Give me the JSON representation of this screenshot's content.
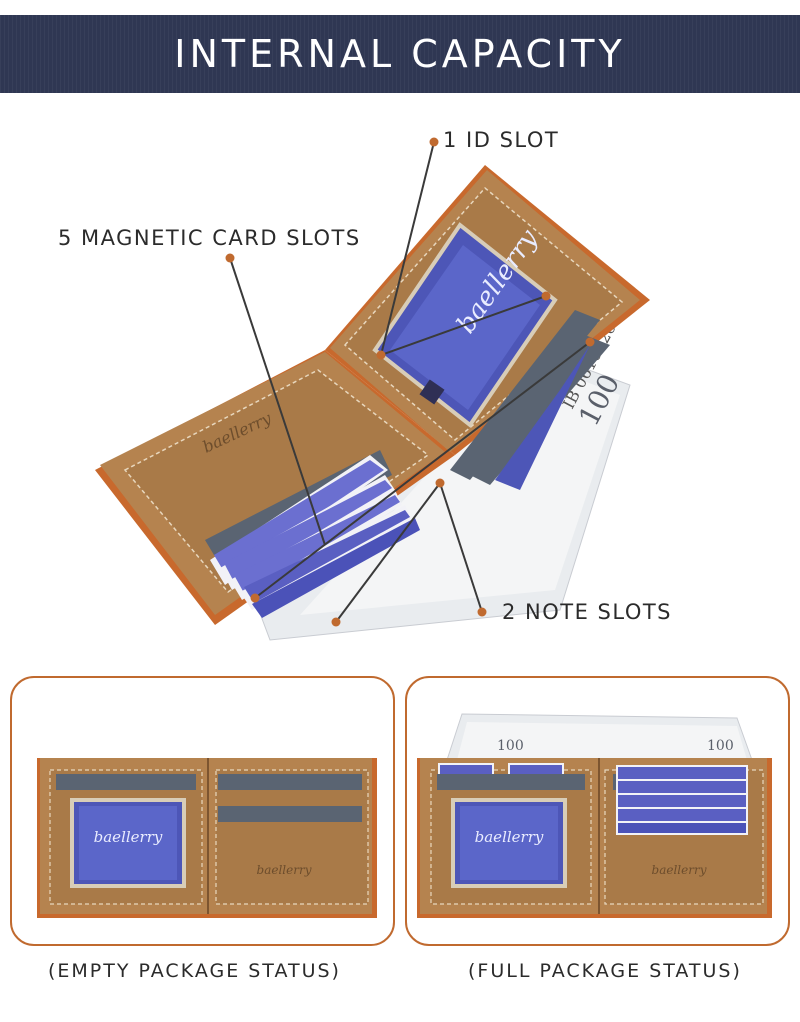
{
  "header": {
    "title": "INTERNAL CAPACITY"
  },
  "callouts": {
    "id_slot": "1 ID SLOT",
    "card_slots": "5 MAGNETIC CARD SLOTS",
    "note_slots": "2 NOTE SLOTS"
  },
  "brand": {
    "logo_text": "baellerry"
  },
  "banknote": {
    "serial": "IB 06161268 A",
    "denomination": "100"
  },
  "panels": {
    "empty": {
      "caption": "(EMPTY PACKAGE STATUS)"
    },
    "full": {
      "caption": "(FULL PACKAGE STATUS)"
    }
  },
  "colors": {
    "banner": "#2f3753",
    "leather": "#b5834f",
    "leather_edge": "#c8692d",
    "accent": "#c06a2f",
    "card_blue": "#5a5fc2",
    "slot_gray": "#5a6472"
  }
}
